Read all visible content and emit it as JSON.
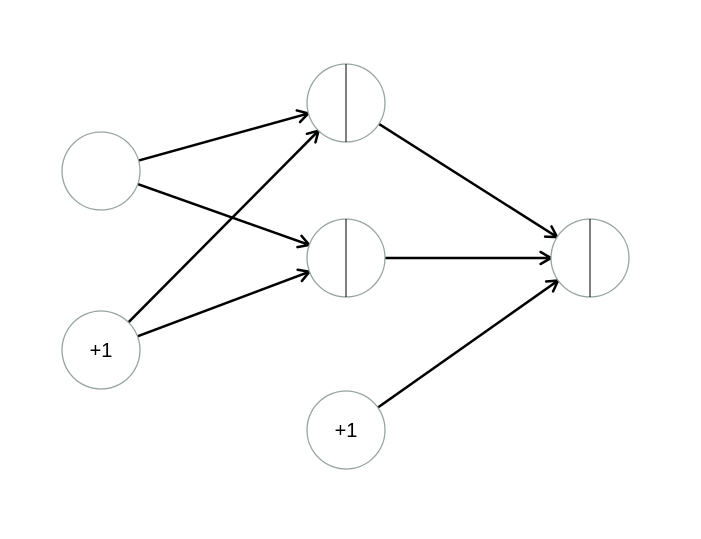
{
  "diagram": {
    "type": "neural-network",
    "nodes": {
      "input_x": {
        "label": "",
        "split": false
      },
      "input_bias": {
        "label": "+1",
        "split": false
      },
      "hidden_1": {
        "label": "",
        "split": true
      },
      "hidden_2": {
        "label": "",
        "split": true
      },
      "hidden_bias": {
        "label": "+1",
        "split": false
      },
      "output": {
        "label": "",
        "split": true
      }
    },
    "edges": [
      {
        "from": "input_x",
        "to": "hidden_1"
      },
      {
        "from": "input_x",
        "to": "hidden_2"
      },
      {
        "from": "input_bias",
        "to": "hidden_1"
      },
      {
        "from": "input_bias",
        "to": "hidden_2"
      },
      {
        "from": "hidden_1",
        "to": "output"
      },
      {
        "from": "hidden_2",
        "to": "output"
      },
      {
        "from": "hidden_bias",
        "to": "output"
      }
    ],
    "colors": {
      "node_stroke": "#97a3a1",
      "edge": "#000000"
    }
  }
}
